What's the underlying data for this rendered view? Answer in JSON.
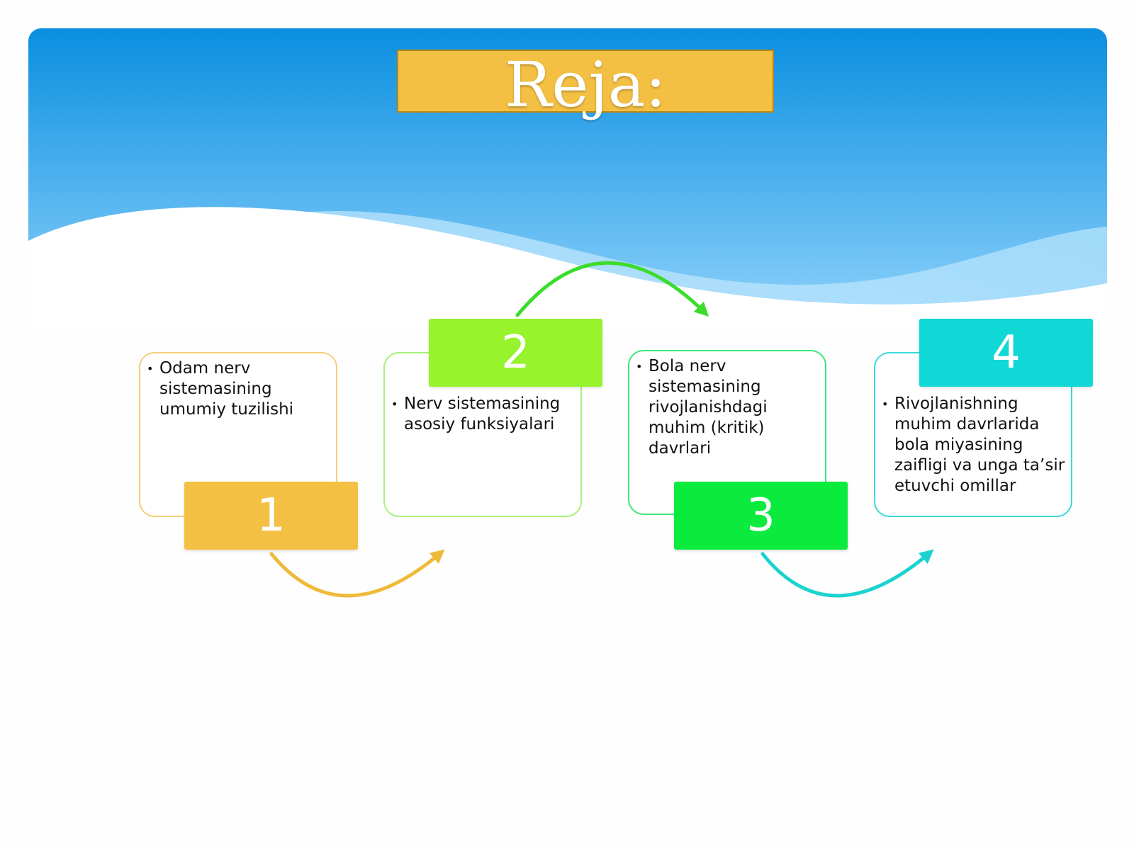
{
  "slide": {
    "title": "Reja:"
  },
  "colors": {
    "sky_top": "#0a8fe0",
    "sky_bottom": "#7cc8f5",
    "title_fill": "#f4c044",
    "step1": "#f4c044",
    "step2": "#96f32c",
    "step3": "#0aeb3e",
    "step4": "#10d8d6"
  },
  "steps": [
    {
      "number": "1",
      "text": "Odam nerv sistemasining umumiy tuzilishi"
    },
    {
      "number": "2",
      "text": "Nerv sistemasining asosiy funksiyalari"
    },
    {
      "number": "3",
      "text": "Bola nerv sistemasining rivojlanishdagi muhim (kritik) davrlari"
    },
    {
      "number": "4",
      "text": "Rivojlanishning muhim davrlarida bola miyasining zaifligi va unga ta’sir etuvchi omillar"
    }
  ]
}
